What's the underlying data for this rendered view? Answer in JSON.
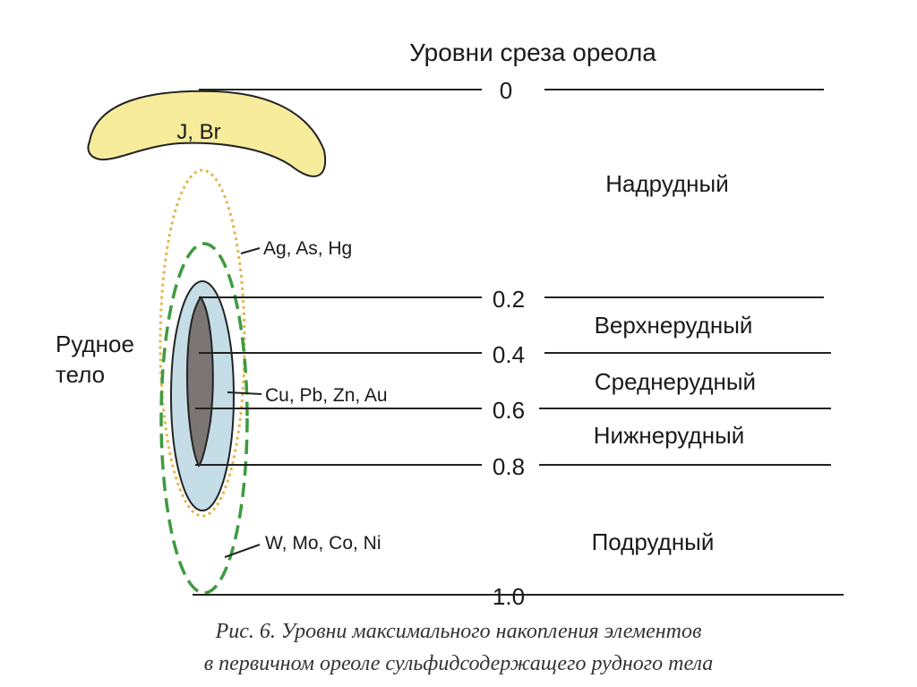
{
  "title": "Уровни среза ореола",
  "levels": [
    {
      "value": "0"
    },
    {
      "value": "0.2"
    },
    {
      "value": "0.4"
    },
    {
      "value": "0.6"
    },
    {
      "value": "0.8"
    },
    {
      "value": "1.0"
    }
  ],
  "zones": [
    "Надрудный",
    "Верхнерудный",
    "Среднерудный",
    "Нижнерудный",
    "Подрудный"
  ],
  "element_labels": {
    "top_cap": "J, Br",
    "dotted_halo": "Ag, As, Hg",
    "inner_halo": "Cu, Pb, Zn, Au",
    "outer_halo": "W, Mo, Co, Ni"
  },
  "ore_body_label": [
    "Рудное",
    "тело"
  ],
  "caption": [
    "Рис. 6. Уровни максимального накопления элементов",
    "в первичном ореоле сульфидсодержащего рудного тела"
  ],
  "colors": {
    "cap_fill": "#f6ec9c",
    "dotted_halo": "#e3b64a",
    "outer_halo": "#3f9a3f",
    "inner_halo_fill": "#c4dde6",
    "ore_body_fill": "#7b7574",
    "lines": "#222222"
  }
}
